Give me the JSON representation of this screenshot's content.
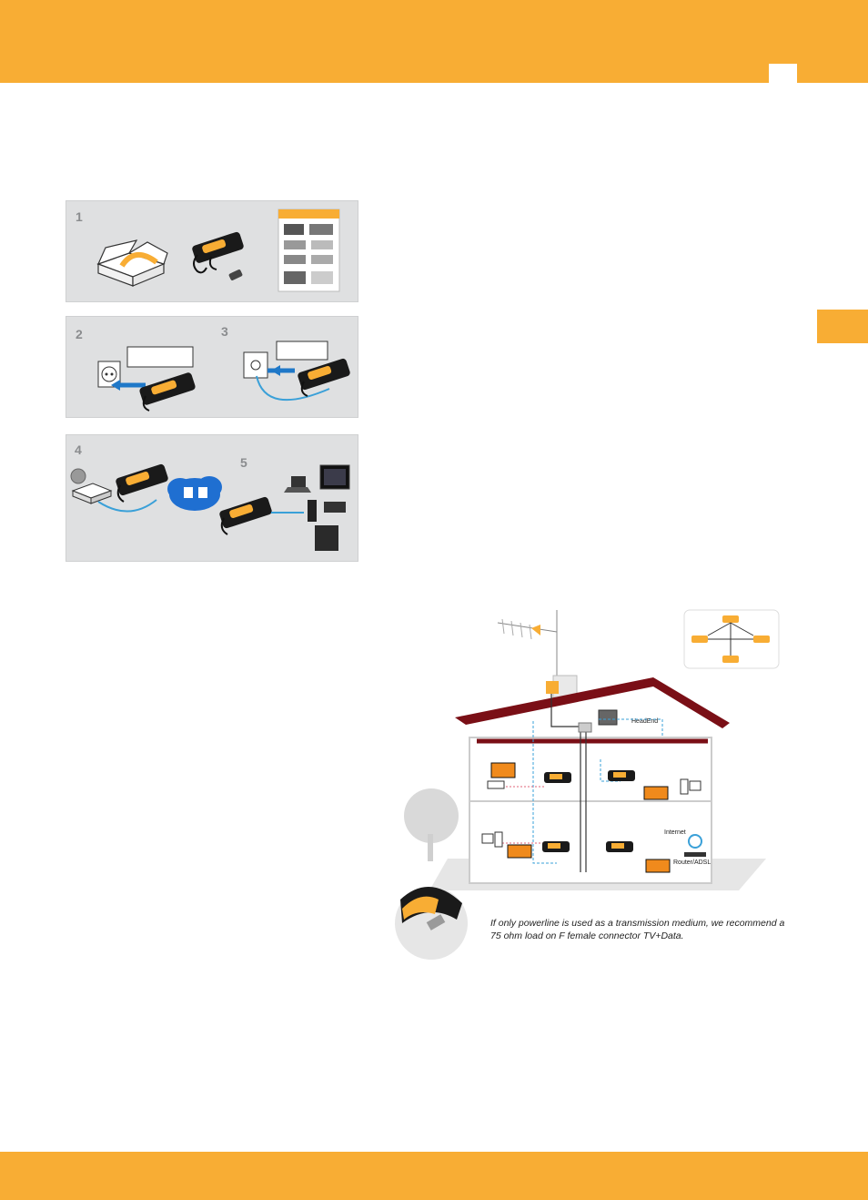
{
  "steps": {
    "step1": "1",
    "step2": "2",
    "step3": "3",
    "step4": "4",
    "step5": "5"
  },
  "diagram": {
    "headend_label": "HeadEnd",
    "internet_label": "Internet",
    "router_label": "Router/ADSL"
  },
  "caption": {
    "line1": "If only powerline is used as a transmission medium, we recommend a",
    "line2": "75 ohm load on F  female connector  TV+Data."
  },
  "colors": {
    "accent": "#f8ad34",
    "panel": "#dfe0e1",
    "roof": "#7a0f16",
    "cable": "#3aa0d8"
  }
}
